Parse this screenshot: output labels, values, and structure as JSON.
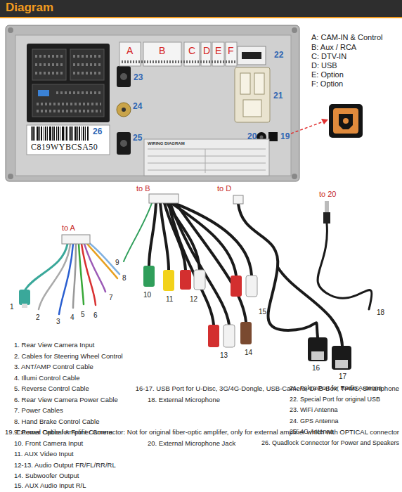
{
  "diagram": {
    "title": "Diagram",
    "labels": [
      "A: CAM-IN & Control",
      "B: Aux / RCA",
      "C: DTV-IN",
      "D: USB",
      "E: Option",
      "F: Option",
      "A",
      "B",
      "C",
      "D",
      "E",
      "F",
      "22",
      "23",
      "24",
      "25",
      "26",
      "21",
      "20",
      "19",
      "C819WYBCSA50",
      "WIRING DIAGRAM",
      "to A",
      "to B",
      "to D",
      "to 20",
      "1",
      "2",
      "3",
      "4",
      "5",
      "6",
      "7",
      "8",
      "9",
      "10",
      "11",
      "12",
      "13",
      "14",
      "15",
      "16",
      "17",
      "18",
      "1. Rear View Camera Input",
      "2. Cables for Steering Wheel Control",
      "3. ANT/AMP Control Cable",
      "4. Illumi Control Cable",
      "5. Reverse Control Cable",
      "6. Rear View Camera Power Cable",
      "7. Power Cables",
      "8. Hand Brake Control Cable",
      "9. Power Cable for Front Camera",
      "10. Front Camera Input",
      "11. AUX Video Input",
      "12-13. Audio Output FR/FL/RR/RL",
      "14. Subwoofer Output",
      "15. AUX Audio Input R/L",
      "16-17. USB Port for U-Disc, 3G/4G-Dongle, USB-Camera, DAB-Box, TPMS, Smartphone",
      "18. External Microphone",
      "19. External Optical Amplifier Connector: Not for original fiber-optic amplifer, only for external amplifier which with OPTICAL connector",
      "20. External Microphone Jack",
      "21. Fakra Port for Radio Antenna",
      "22. Special Port for original USB",
      "23. WiFi Antenna",
      "24. GPS Antenna",
      "25. 4G Antenna",
      "26. Quadlock Connector for Power and Speakers"
    ]
  }
}
